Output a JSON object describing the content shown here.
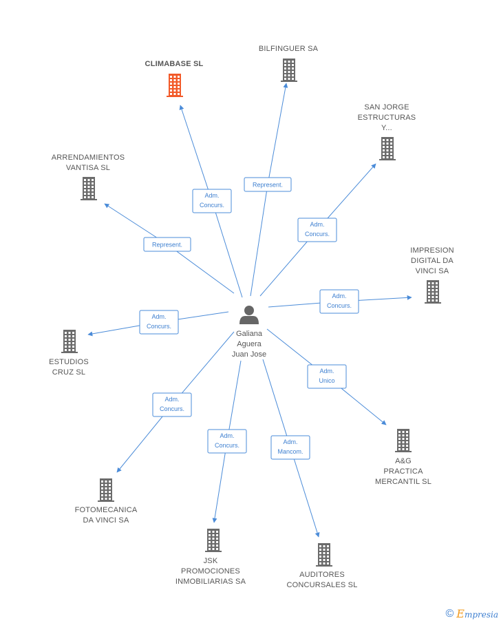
{
  "colors": {
    "edge": "#4a8bd8",
    "label_text": "#3d7fd0",
    "building": "#6b6b6b",
    "building_highlight": "#f25a29",
    "person": "#666666",
    "node_text": "#555555"
  },
  "person": {
    "icon": "person-icon",
    "lines": [
      "Galiana",
      "Aguera",
      "Juan Jose"
    ]
  },
  "nodes": [
    {
      "id": "climabase",
      "lines": [
        "CLIMABASE SL"
      ],
      "icon": "building-icon",
      "highlight": true
    },
    {
      "id": "bilfinguer",
      "lines": [
        "BILFINGUER SA"
      ],
      "icon": "building-icon",
      "highlight": false
    },
    {
      "id": "san-jorge",
      "lines": [
        "SAN JORGE",
        "ESTRUCTURAS",
        "Y..."
      ],
      "icon": "building-icon",
      "highlight": false
    },
    {
      "id": "arrendamientos",
      "lines": [
        "ARRENDAMIENTOS",
        "VANTISA SL"
      ],
      "icon": "building-icon",
      "highlight": false
    },
    {
      "id": "impresion",
      "lines": [
        "IMPRESION",
        "DIGITAL DA",
        "VINCI SA"
      ],
      "icon": "building-icon",
      "highlight": false
    },
    {
      "id": "estudios",
      "lines": [
        "ESTUDIOS",
        "CRUZ SL"
      ],
      "icon": "building-icon",
      "highlight": false
    },
    {
      "id": "ag-practica",
      "lines": [
        "A&G",
        "PRACTICA",
        "MERCANTIL SL"
      ],
      "icon": "building-icon",
      "highlight": false
    },
    {
      "id": "fotomecanica",
      "lines": [
        "FOTOMECANICA",
        "DA VINCI SA"
      ],
      "icon": "building-icon",
      "highlight": false
    },
    {
      "id": "jsk",
      "lines": [
        "JSK",
        "PROMOCIONES",
        "INMOBILIARIAS SA"
      ],
      "icon": "building-icon",
      "highlight": false
    },
    {
      "id": "auditores",
      "lines": [
        "AUDITORES",
        "CONCURSALES SL"
      ],
      "icon": "building-icon",
      "highlight": false
    }
  ],
  "edges": [
    {
      "to": "climabase",
      "lines": [
        "Adm.",
        "Concurs."
      ]
    },
    {
      "to": "bilfinguer",
      "lines": [
        "Represent."
      ]
    },
    {
      "to": "san-jorge",
      "lines": [
        "Adm.",
        "Concurs."
      ]
    },
    {
      "to": "arrendamientos",
      "lines": [
        "Represent."
      ]
    },
    {
      "to": "impresion",
      "lines": [
        "Adm.",
        "Concurs."
      ]
    },
    {
      "to": "estudios",
      "lines": [
        "Adm.",
        "Concurs."
      ]
    },
    {
      "to": "ag-practica",
      "lines": [
        "Adm.",
        "Unico"
      ]
    },
    {
      "to": "fotomecanica",
      "lines": [
        "Adm.",
        "Concurs."
      ]
    },
    {
      "to": "jsk",
      "lines": [
        "Adm.",
        "Concurs."
      ]
    },
    {
      "to": "auditores",
      "lines": [
        "Adm.",
        "Mancom."
      ]
    }
  ],
  "watermark": {
    "symbol": "©",
    "brand_first": "E",
    "brand_rest": "mpresia"
  }
}
